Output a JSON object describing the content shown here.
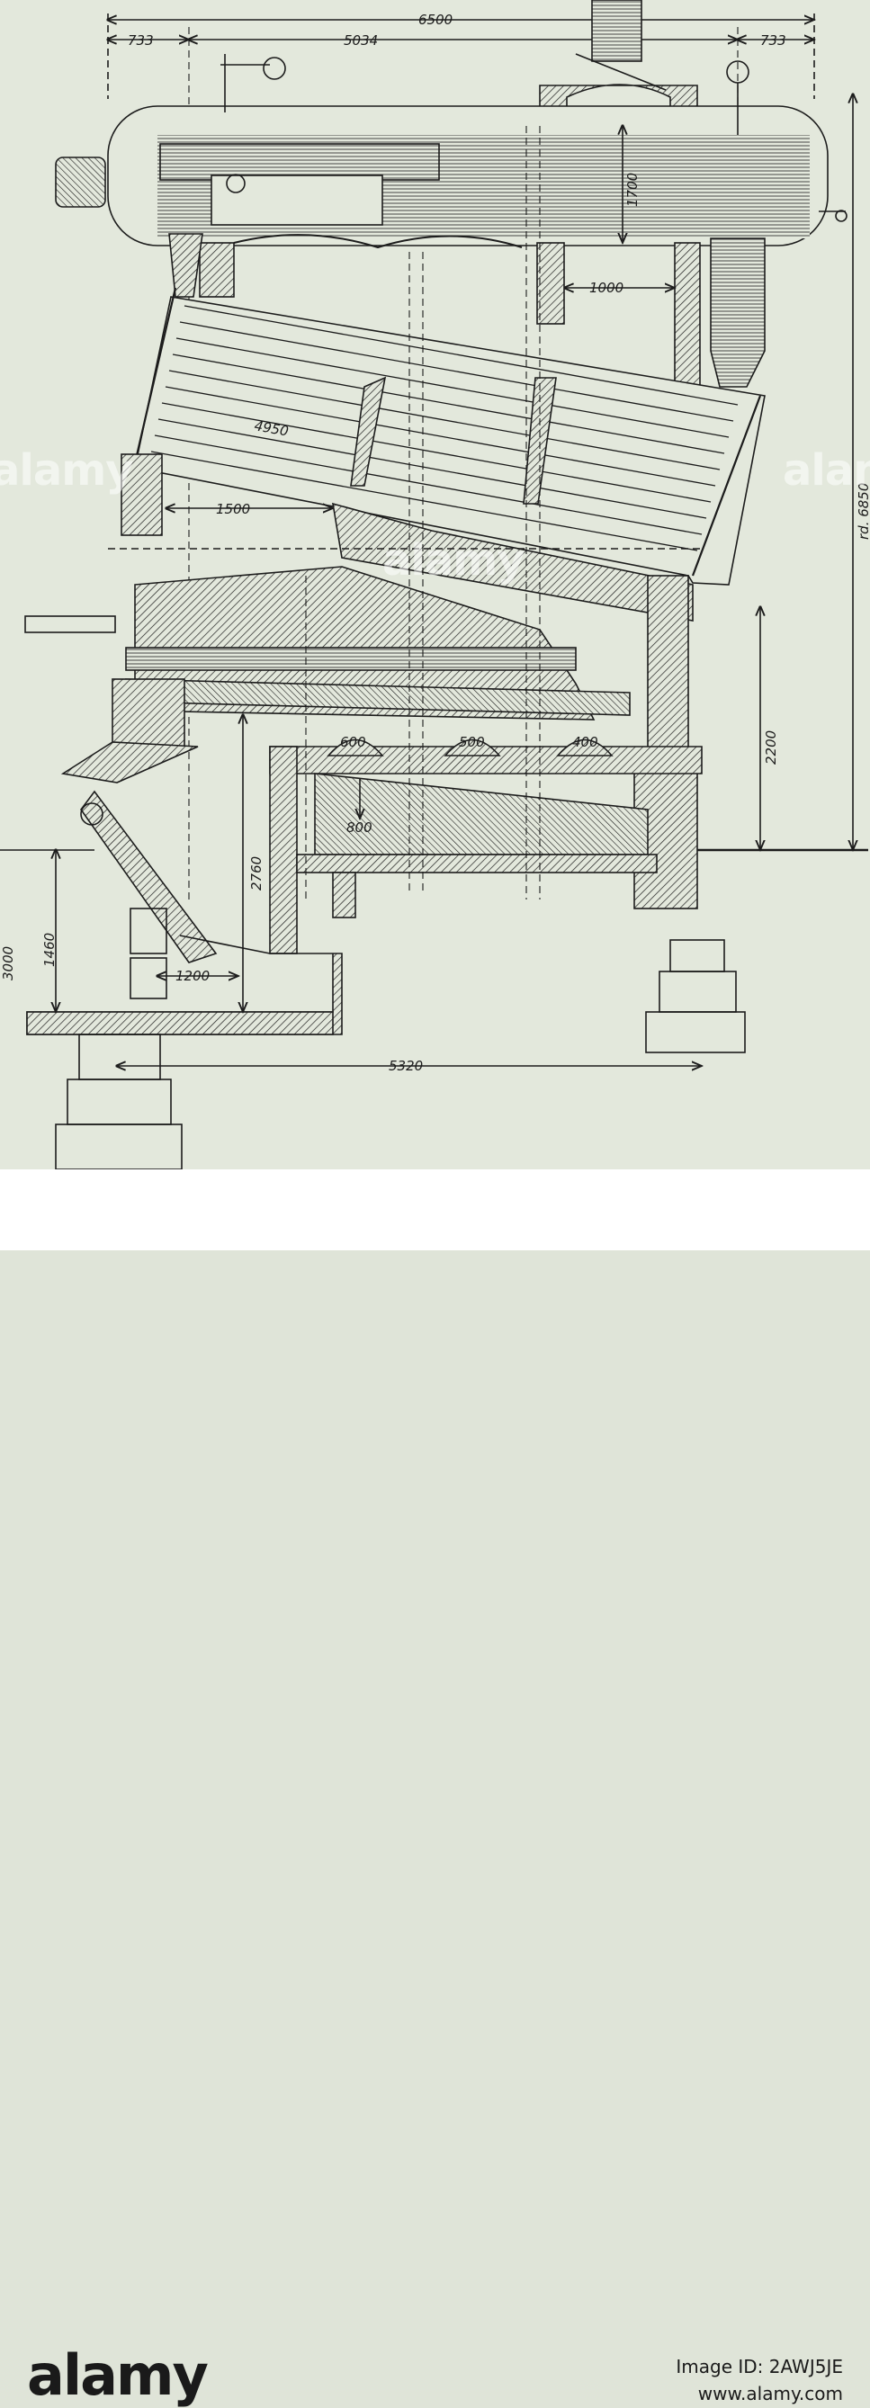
{
  "drawing": {
    "dimensions": {
      "overall_width": "6500",
      "left_offset": "733",
      "middle_span": "5034",
      "right_offset": "733",
      "drum_height": "1700",
      "header_gap": "1000",
      "tube_length": "4950",
      "firebox_width": "1500",
      "total_height": "rd. 6850",
      "height_above_floor": "2200",
      "flue_1": "600",
      "flue_2": "500",
      "flue_3": "400",
      "duct_height": "800",
      "ash_pit_depth": "2760",
      "stair_height": "1460",
      "base_offset": "3000",
      "grate_opening": "1200",
      "foundation_span": "5320"
    }
  },
  "branding": {
    "watermark": "alamy",
    "logo_text": "alamy",
    "image_id_label": "Image ID: 2AWJ5JE",
    "site": "www.alamy.com"
  },
  "colors": {
    "paper": "#e3e8dc",
    "ink": "#1c1c1c"
  }
}
